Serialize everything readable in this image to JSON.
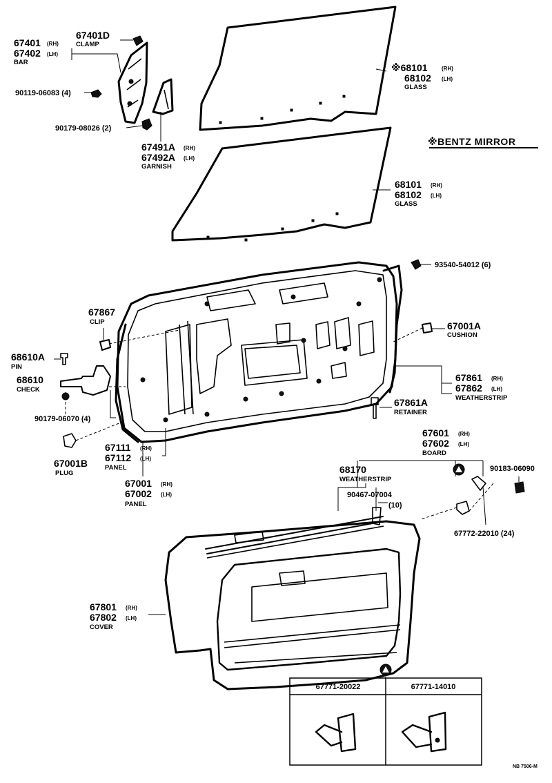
{
  "title_note": "※BENTZ MIRROR",
  "footer_code": "NB 7506-M",
  "callouts": {
    "c67401_pn1": "67401",
    "c67401_sfx1": "(RH)",
    "c67401_pn2": "67402",
    "c67401_sfx2": "(LH)",
    "c67401_name": "BAR",
    "c67401d_pn": "67401D",
    "c67401d_name": "CLAMP",
    "c90119": "90119-06083 (4)",
    "c90179a": "90179-08026 (2)",
    "c67491_pn1": "67491A",
    "c67491_sfx1": "(RH)",
    "c67491_pn2": "67492A",
    "c67491_sfx2": "(LH)",
    "c67491_name": "GARNISH",
    "c68101a_pn1": "※68101",
    "c68101a_sfx1": "(RH)",
    "c68101a_pn2": "68102",
    "c68101a_sfx2": "(LH)",
    "c68101a_name": "GLASS",
    "c68101b_pn1": "68101",
    "c68101b_sfx1": "(RH)",
    "c68101b_pn2": "68102",
    "c68101b_sfx2": "(LH)",
    "c68101b_name": "GLASS",
    "c93540": "93540-54012 (6)",
    "c67867_pn": "67867",
    "c67867_name": "CLIP",
    "c67001a_pn": "67001A",
    "c67001a_name": "CUSHION",
    "c68610a_pn": "68610A",
    "c68610a_name": "PIN",
    "c68610_pn": "68610",
    "c68610_name": "CHECK",
    "c67861_pn1": "67861",
    "c67861_sfx1": "(RH)",
    "c67861_pn2": "67862",
    "c67861_sfx2": "(LH)",
    "c67861_name": "WEATHERSTRIP",
    "c67861a_pn": "67861A",
    "c67861a_name": "RETAINER",
    "c90179b": "90179-06070 (4)",
    "c67111_pn1": "67111",
    "c67111_sfx1": "(RH)",
    "c67111_pn2": "67112",
    "c67111_sfx2": "(LH)",
    "c67111_name": "PANEL",
    "c67001b_pn": "67001B",
    "c67001b_name": "PLUG",
    "c67001_pn1": "67001",
    "c67001_sfx1": "(RH)",
    "c67001_pn2": "67002",
    "c67001_sfx2": "(LH)",
    "c67001_name": "PANEL",
    "c67601_pn1": "67601",
    "c67601_sfx1": "(RH)",
    "c67601_pn2": "67602",
    "c67601_sfx2": "(LH)",
    "c67601_name": "BOARD",
    "c68170_pn": "68170",
    "c68170_name": "WEATHERSTRIP",
    "c90183": "90183-06090",
    "c90467": "90467-07004",
    "c90467_qty": "(10)",
    "c67772": "67772-22010 (24)",
    "c67801_pn1": "67801",
    "c67801_sfx1": "(RH)",
    "c67801_pn2": "67802",
    "c67801_sfx2": "(LH)",
    "c67801_name": "COVER"
  },
  "inset_table": {
    "headers": [
      "67771-20022",
      "67771-14010"
    ]
  },
  "icons": {
    "note_symbol": "reference-mark",
    "triangle_marker": "triangle-marker-icon"
  }
}
